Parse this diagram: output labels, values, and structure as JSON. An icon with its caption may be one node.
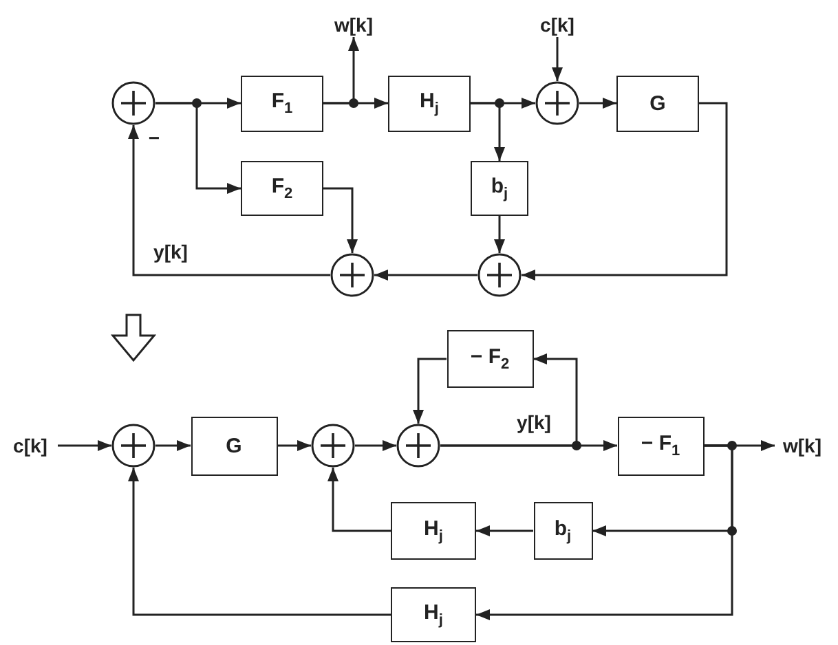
{
  "diagram": {
    "nodes": [
      {
        "text": [
          "w[k]"
        ]
      },
      {
        "text": [
          "c[k]"
        ]
      },
      {
        "text": [],
        "shape": "circle"
      },
      {
        "text": [
          "F$_{1}$"
        ]
      },
      {
        "text": [
          "H$_{j}$"
        ]
      },
      {
        "text": [],
        "shape": "circle"
      },
      {
        "text": [
          "G"
        ]
      },
      {
        "text": [
          "F$_{2}$"
        ]
      },
      {
        "text": [
          "b$_{j}$"
        ]
      },
      {
        "text": [],
        "shape": "circle"
      },
      {
        "text": [],
        "shape": "circle"
      },
      {
        "text": [
          "− F$_{2}$"
        ]
      },
      {
        "text": [
          "c[k]"
        ]
      },
      {
        "text": [],
        "shape": "circle"
      },
      {
        "text": [
          "G"
        ]
      },
      {
        "text": [],
        "shape": "circle"
      },
      {
        "text": [],
        "shape": "circle"
      },
      {
        "text": [
          "− F$_{1}$"
        ]
      },
      {
        "text": [
          "w[k]"
        ]
      },
      {
        "text": [
          "H$_{j}$"
        ]
      },
      {
        "text": [
          "b$_{j}$"
        ]
      },
      {
        "text": [
          "H$_{j}$"
        ]
      }
    ],
    "edges": [
      {
        "from": 2,
        "to": 3,
        "arrow": "to"
      },
      {
        "from": 2,
        "to": 7,
        "arrow": "to"
      },
      {
        "from": 3,
        "to": 4,
        "arrow": "to"
      },
      {
        "from": 3,
        "to": 0,
        "arrow": "to"
      },
      {
        "from": 4,
        "to": 5,
        "arrow": "to"
      },
      {
        "from": 4,
        "to": 8,
        "arrow": "to"
      },
      {
        "from": 1,
        "to": 5,
        "arrow": "to"
      },
      {
        "from": 5,
        "to": 6,
        "arrow": "to"
      },
      {
        "from": 6,
        "to": 10,
        "arrow": "to"
      },
      {
        "from": 8,
        "to": 10,
        "arrow": "to"
      },
      {
        "from": 10,
        "to": 9,
        "arrow": "to"
      },
      {
        "from": 7,
        "to": 9,
        "arrow": "to"
      },
      {
        "from": 9,
        "to": 2,
        "arrow": "to",
        "label": "y[k]"
      },
      {
        "from": 12,
        "to": 13,
        "arrow": "to"
      },
      {
        "from": 13,
        "to": 14,
        "arrow": "to"
      },
      {
        "from": 14,
        "to": 15,
        "arrow": "to"
      },
      {
        "from": 15,
        "to": 16,
        "arrow": "to"
      },
      {
        "from": 16,
        "to": 17,
        "arrow": "to",
        "label": "y[k]"
      },
      {
        "from": 16,
        "to": 11,
        "arrow": "to"
      },
      {
        "from": 11,
        "to": 16,
        "arrow": "to"
      },
      {
        "from": 17,
        "to": 18,
        "arrow": "to"
      },
      {
        "from": 17,
        "to": 20,
        "arrow": "to"
      },
      {
        "from": 17,
        "to": 21,
        "arrow": "to"
      },
      {
        "from": 20,
        "to": 19,
        "arrow": "to"
      },
      {
        "from": 19,
        "to": 15,
        "arrow": "to"
      },
      {
        "from": 21,
        "to": 13,
        "arrow": "to"
      }
    ],
    "labels": [
      "−"
    ]
  }
}
